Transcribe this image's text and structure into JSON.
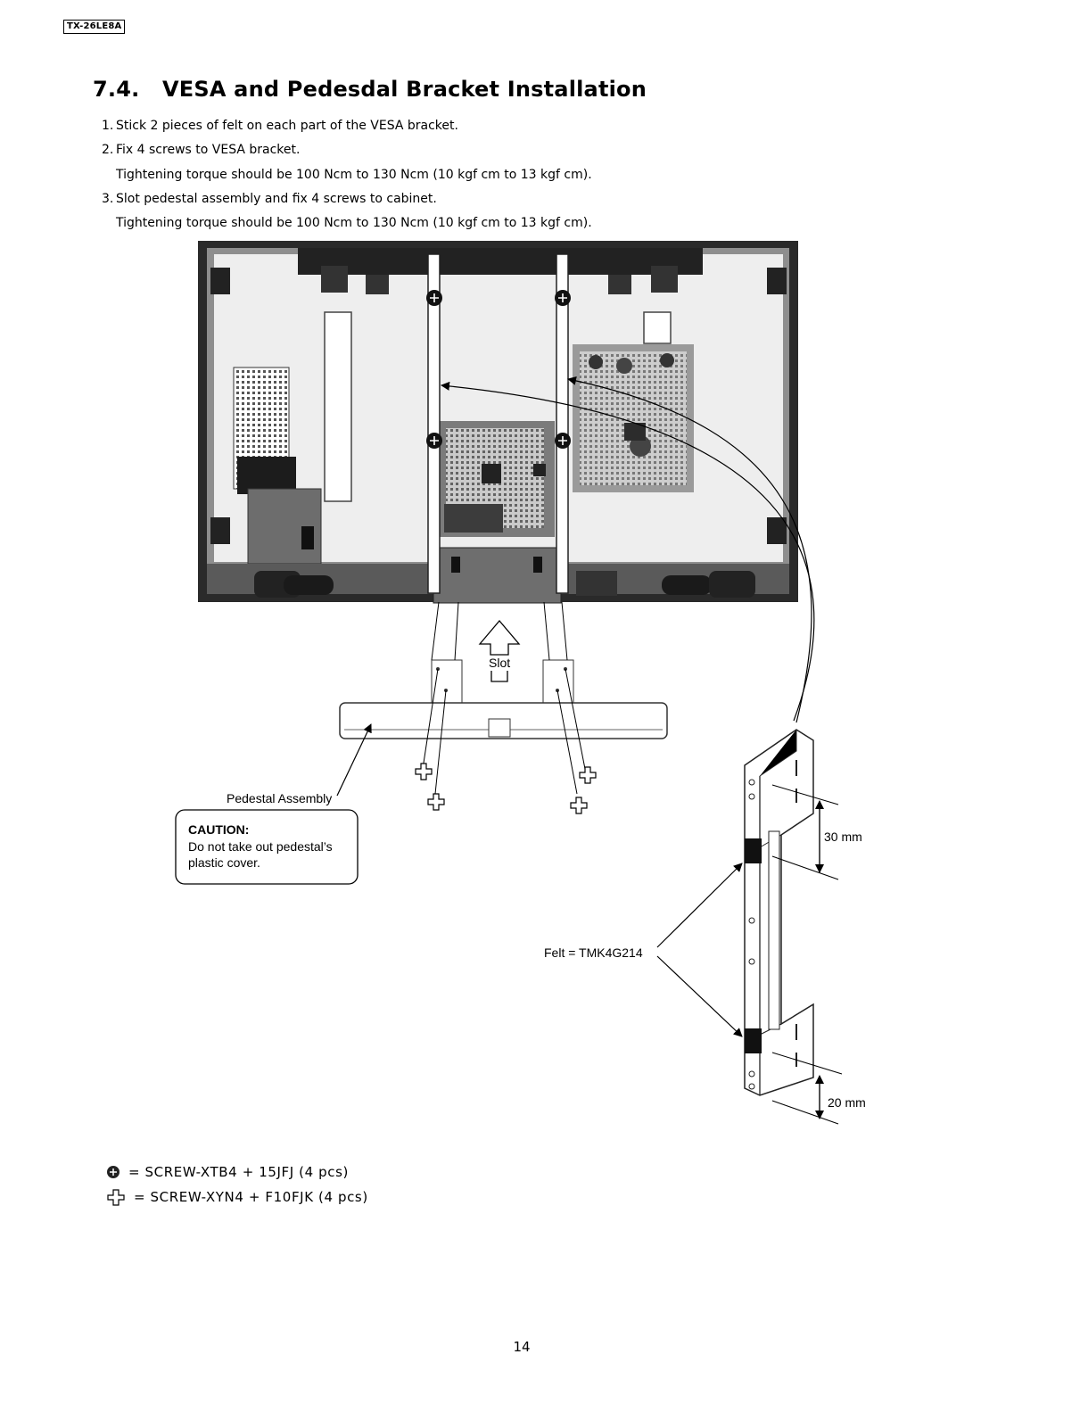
{
  "header": {
    "model": "TX-26LE8A"
  },
  "section": {
    "number": "7.4.",
    "title": "VESA and Pedesdal Bracket Installation"
  },
  "steps": [
    {
      "n": "1.",
      "text": "Stick 2 pieces of felt on each part of the VESA bracket."
    },
    {
      "n": "2.",
      "text": "Fix 4 screws to VESA bracket."
    },
    {
      "n": "",
      "text": "Tightening torque should be 100 Ncm to 130 Ncm (10 kgf cm to 13 kgf cm)."
    },
    {
      "n": "3.",
      "text": "Slot pedestal assembly and fix 4 screws to cabinet."
    },
    {
      "n": "",
      "text": "Tightening torque should be 100 Ncm to 130 Ncm (10 kgf cm to 13 kgf cm)."
    }
  ],
  "figure": {
    "slot_label": "Slot",
    "pedestal_label": "Pedestal Assembly",
    "caution_title": "CAUTION:",
    "caution_line1": "Do not take out pedestal’s",
    "caution_line2": "plastic cover.",
    "felt_label": "Felt = TMK4G214",
    "dim_top": "30 mm",
    "dim_bottom": "20 mm"
  },
  "legend": [
    {
      "icon": "screw-xtb4-icon",
      "text": "= SCREW-XTB4 + 15JFJ  (4 pcs)"
    },
    {
      "icon": "screw-xyn4-icon",
      "text": "= SCREW-XYN4 + F10FJK (4 pcs)"
    }
  ],
  "footer": {
    "page": "14"
  }
}
